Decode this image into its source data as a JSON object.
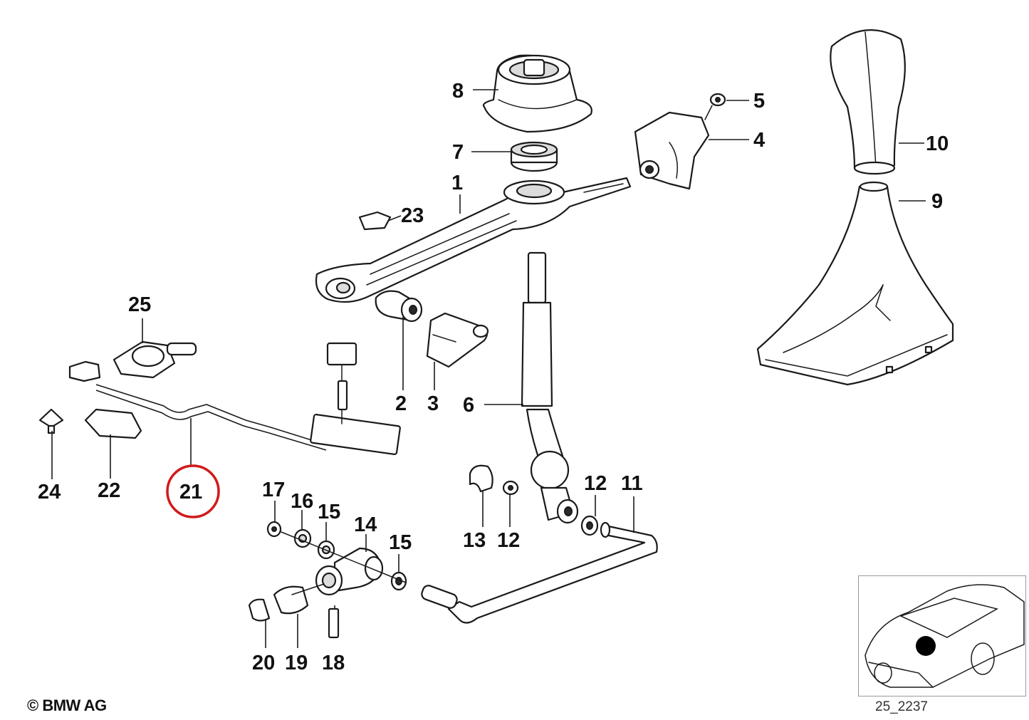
{
  "diagram": {
    "copyright": "© BMW AG",
    "reference_code": "25_2237",
    "highlighted_part": "21",
    "highlight_color": "#d11a1a",
    "parts": {
      "p1": "1",
      "p2": "2",
      "p3": "3",
      "p4": "4",
      "p5": "5",
      "p6": "6",
      "p7": "7",
      "p8": "8",
      "p9": "9",
      "p10": "10",
      "p11": "11",
      "p12a": "12",
      "p12b": "12",
      "p13": "13",
      "p14": "14",
      "p15a": "15",
      "p15b": "15",
      "p16": "16",
      "p17": "17",
      "p18": "18",
      "p19": "19",
      "p20": "20",
      "p21": "21",
      "p22": "22",
      "p23": "23",
      "p24": "24",
      "p25": "25"
    }
  }
}
